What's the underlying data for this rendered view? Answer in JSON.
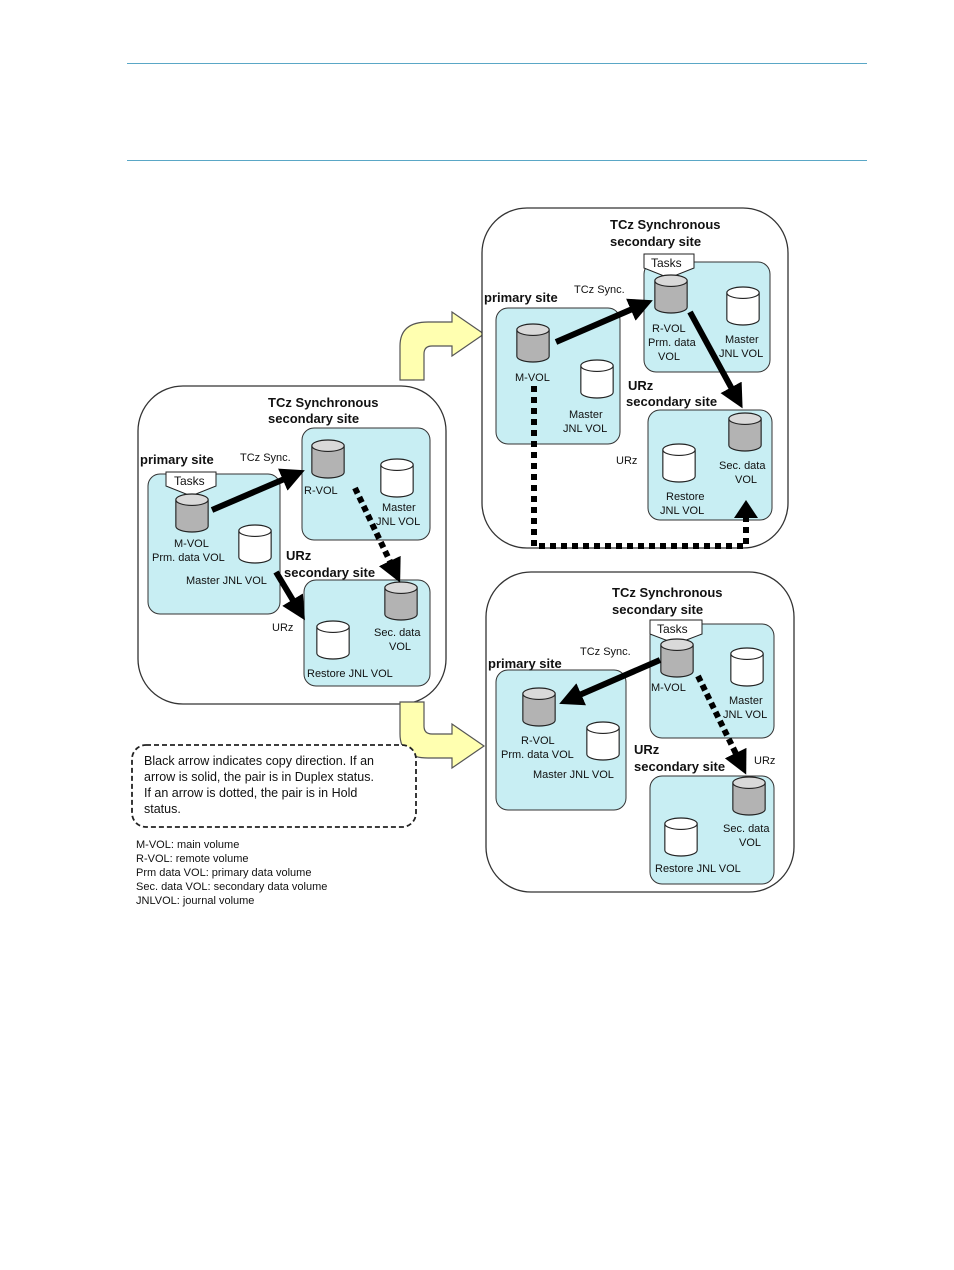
{
  "colors": {
    "rule": "#5aa7c6",
    "site_fill": "#c8eef3",
    "site_stroke": "#333333",
    "disk_grey": "#b3b3b3",
    "disk_white": "#ffffff",
    "block_arrow": "#ffffb0"
  },
  "labels": {
    "tcz_secondary_site_line1": "TCz Synchronous",
    "tcz_secondary_site_line2": "secondary site",
    "primary_site": "primary site",
    "urz": "URz",
    "urz_secondary_site": "secondary site",
    "tcz_sync": "TCz Sync.",
    "urz_link": "URz",
    "tasks": "Tasks",
    "m_vol": "M-VOL",
    "r_vol": "R-VOL",
    "prm_data_vol": "Prm. data VOL",
    "prm_data": "Prm. data",
    "vol": "VOL",
    "master": "Master",
    "jnl_vol": "JNL VOL",
    "master_jnl_vol": "Master JNL VOL",
    "sec_data": "Sec. data",
    "restore": "Restore",
    "restore_jnl_vol": "Restore JNL VOL"
  },
  "note": {
    "line1": "Black arrow indicates copy direction. If an",
    "line2": "arrow is solid, the pair is in Duplex status.",
    "line3": "If an arrow is dotted, the pair is in Hold",
    "line4": "status."
  },
  "legend": [
    "M-VOL: main volume",
    "R-VOL: remote volume",
    "Prm data VOL: primary data volume",
    "Sec. data VOL: secondary data volume",
    "JNLVOL: journal volume"
  ]
}
